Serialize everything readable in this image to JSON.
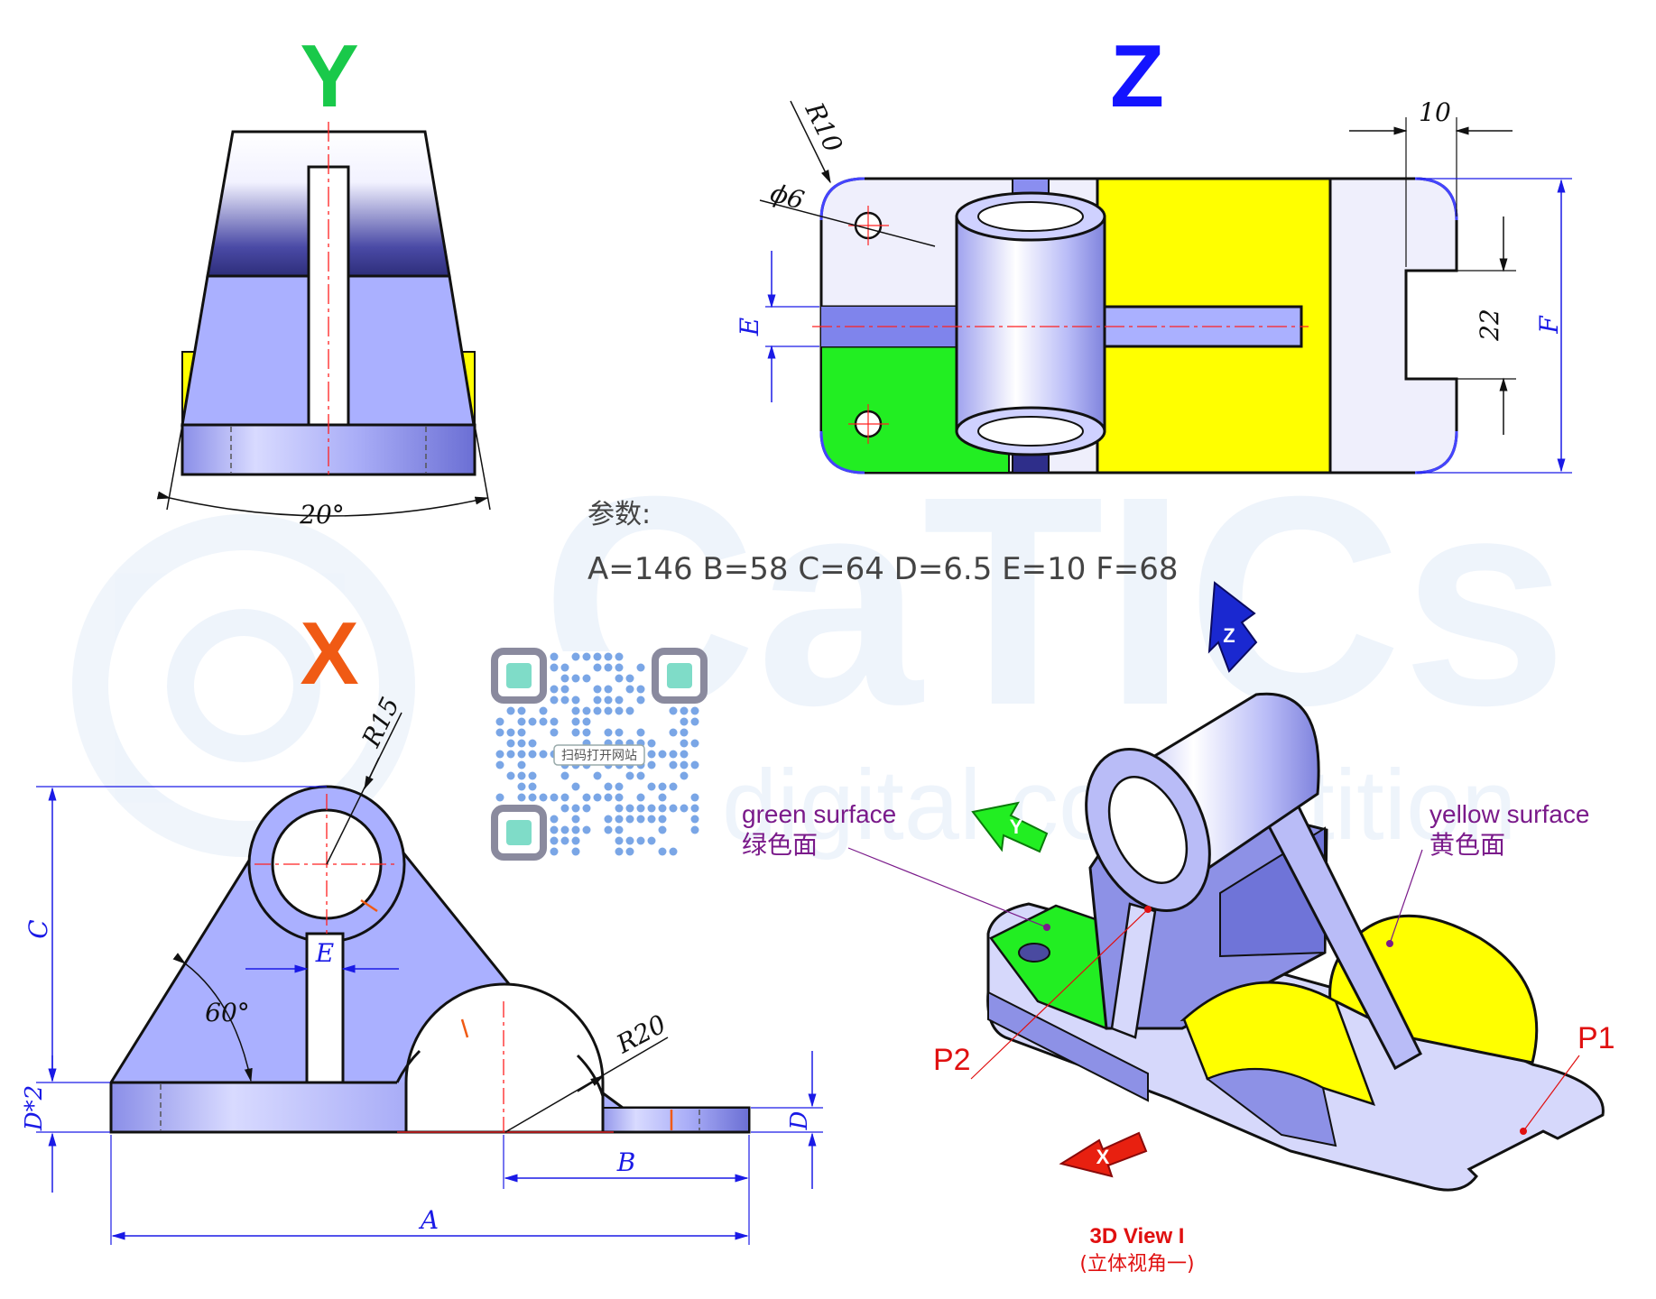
{
  "views": {
    "y_letter": "Y",
    "z_letter": "Z",
    "x_letter": "X"
  },
  "watermark": {
    "brand": "CaTICs",
    "tagline": "digital competition"
  },
  "params": {
    "heading": "参数:",
    "values": "A=146 B=58 C=64 D=6.5 E=10 F=68"
  },
  "qr": {
    "caption": "扫码打开网站"
  },
  "dimensions": {
    "r10": "R10",
    "phi6": "ϕ6",
    "ten": "10",
    "twentytwo": "22",
    "f": "F",
    "e": "E",
    "twenty_deg": "20°",
    "r15": "R15",
    "c": "C",
    "e_x": "E",
    "sixty_deg": "60°",
    "r20": "R20",
    "d2": "D*2",
    "d": "D",
    "b": "B",
    "a": "A"
  },
  "annotations": {
    "green_en": "green surface",
    "green_zh": "绿色面",
    "yellow_en": "yellow surface",
    "yellow_zh": "黄色面",
    "p1": "P1",
    "p2": "P2",
    "view_title": "3D View I",
    "view_sub": "(立体视角一)"
  },
  "colors": {
    "lavender": "#aab0ff",
    "green": "#22ee22",
    "yellow": "#ffff00",
    "red_axis": "#ff2020",
    "blue_dim": "#1a1ae6",
    "y_green": "#19c94a",
    "z_blue": "#1414ff",
    "x_orange": "#f05a14"
  }
}
